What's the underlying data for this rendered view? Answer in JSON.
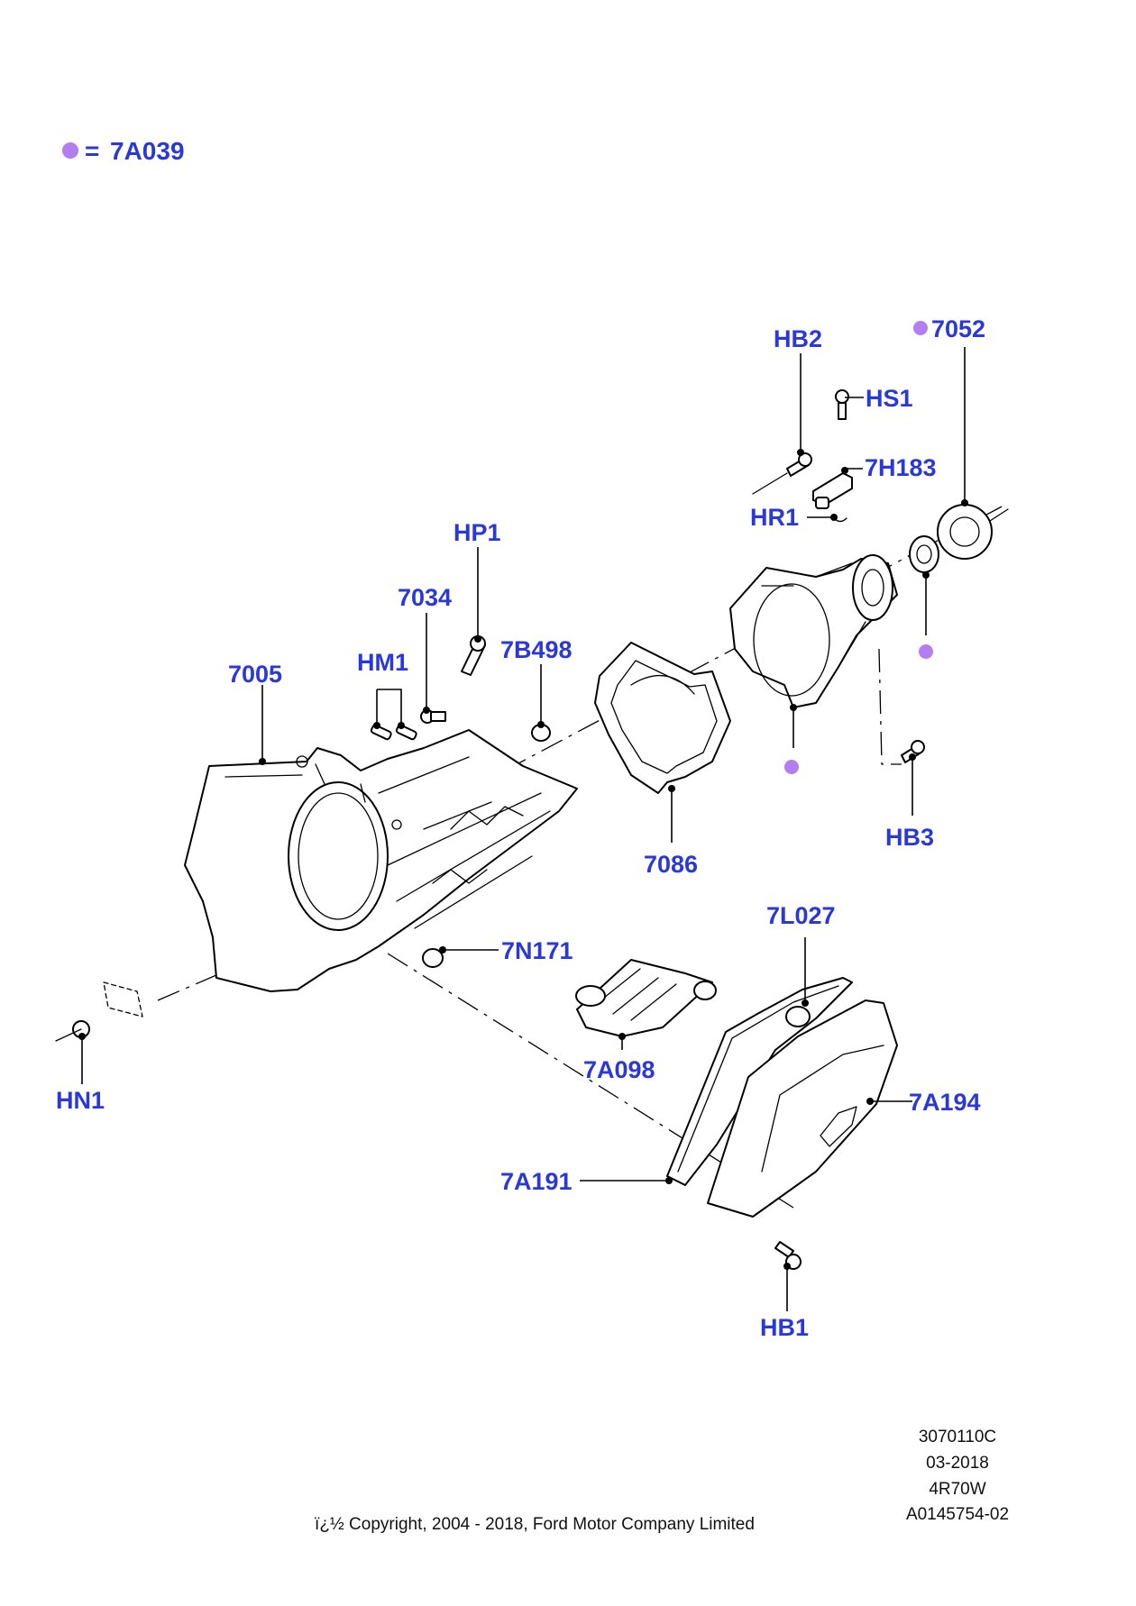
{
  "legend": {
    "marker_color": "#b57ef0",
    "symbol": "=",
    "part": "7A039"
  },
  "callouts": {
    "hb2": "HB2",
    "p7052": "7052",
    "hs1": "HS1",
    "p7h183": "7H183",
    "hr1": "HR1",
    "hp1": "HP1",
    "p7034": "7034",
    "p7b498": "7B498",
    "p7005": "7005",
    "hm1": "HM1",
    "p7086": "7086",
    "hb3": "HB3",
    "p7l027": "7L027",
    "p7n171": "7N171",
    "p7a098": "7A098",
    "p7a194": "7A194",
    "p7a191": "7A191",
    "hn1": "HN1",
    "hb1": "HB1"
  },
  "footer": {
    "code": "3070110C",
    "date": "03-2018",
    "model": "4R70W",
    "illustration": "A0145754-02",
    "copyright": "ï¿½ Copyright, 2004 - 2018, Ford Motor Company Limited"
  },
  "colors": {
    "callout_text": "#2a38d8",
    "marker": "#b57ef0",
    "linework": "#000000"
  }
}
